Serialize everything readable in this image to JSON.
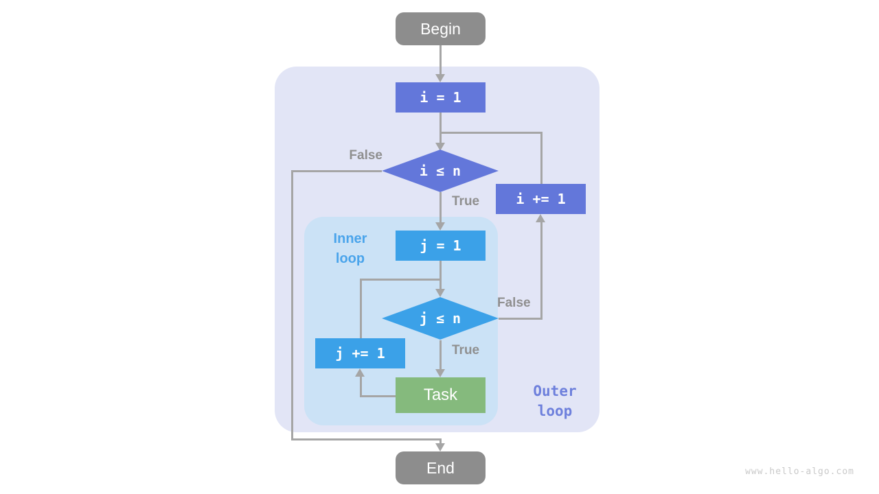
{
  "nodes": {
    "begin": "Begin",
    "init_i": "i = 1",
    "cond_i": "i ≤ n",
    "inc_i": "i += 1",
    "init_j": "j = 1",
    "cond_j": "j ≤ n",
    "inc_j": "j += 1",
    "task": "Task",
    "end": "End"
  },
  "edge_labels": {
    "outer_false": "False",
    "outer_true": "True",
    "inner_false": "False",
    "inner_true": "True"
  },
  "region_labels": {
    "inner": "Inner\nloop",
    "outer": "Outer\nloop"
  },
  "watermark": "www.hello-algo.com",
  "colors": {
    "purple": "#6377DA",
    "blue": "#3BA1E8",
    "green": "#85BA7D",
    "terminal": "#8D8D8D",
    "line": "#A5A5A5",
    "edge_label": "#8F8F8F",
    "outer_region": "#E2E5F6",
    "inner_region": "#CBE2F6",
    "inner_label": "#4AA4EB",
    "outer_label": "#6E80DC",
    "watermark": "#C9C9C9"
  }
}
